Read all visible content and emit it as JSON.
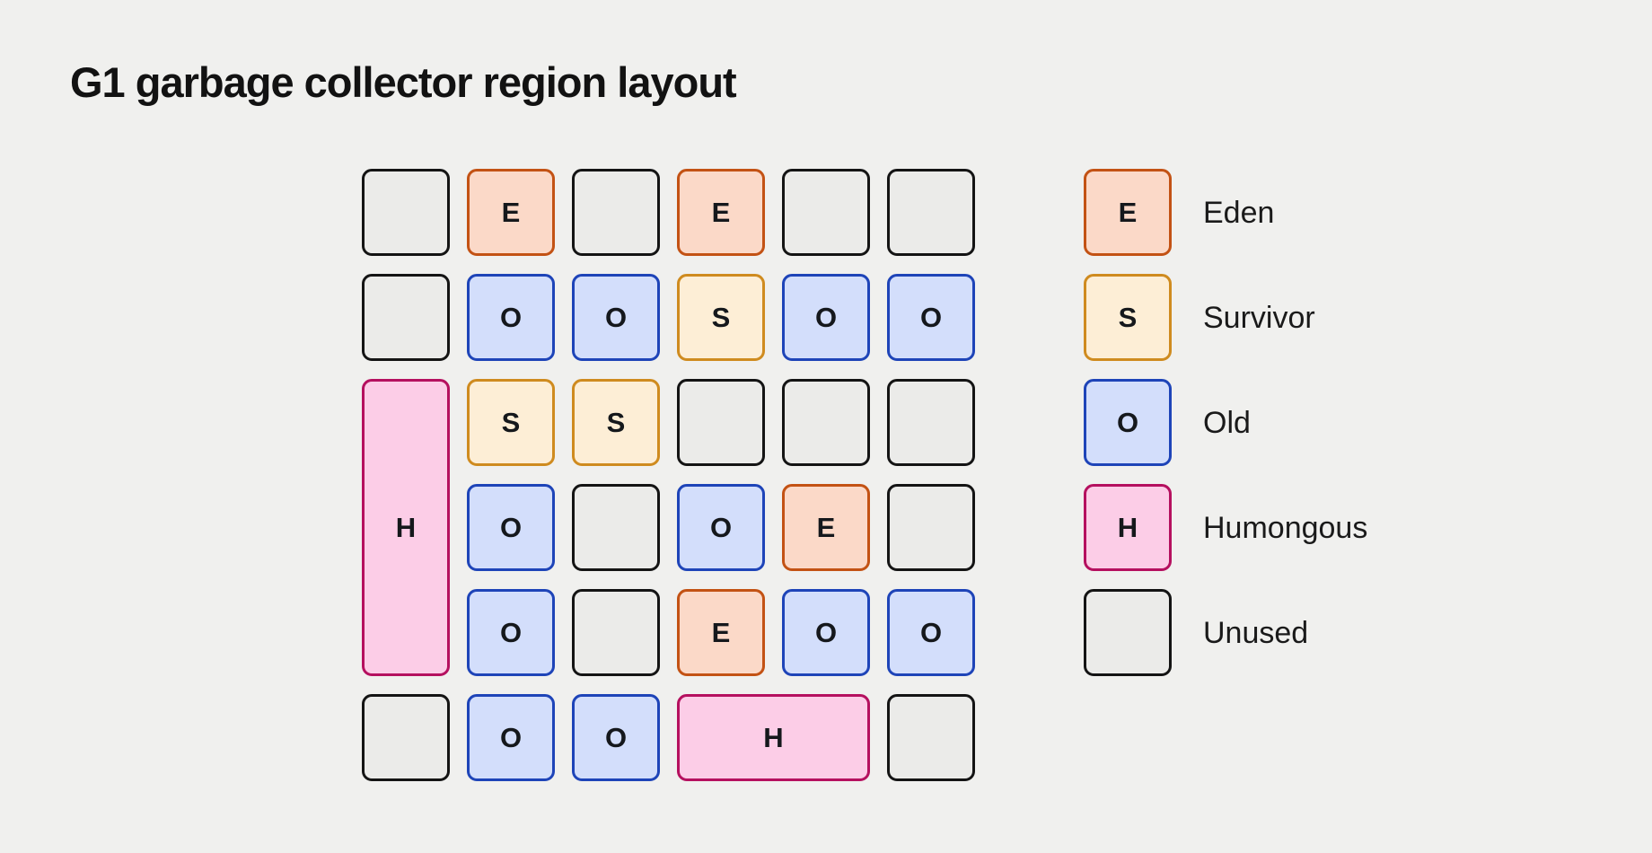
{
  "title": "G1 garbage collector region layout",
  "colors": {
    "background": "#f0f0ee",
    "title_text": "#121212",
    "letter_text": "#15181c",
    "legend_label_text": "#1a1a1a"
  },
  "region_types": {
    "eden": {
      "letter": "E",
      "label": "Eden",
      "fill": "#fbd9c8",
      "border": "#c35214"
    },
    "survivor": {
      "letter": "S",
      "label": "Survivor",
      "fill": "#fdeed6",
      "border": "#cf8b1f"
    },
    "old": {
      "letter": "O",
      "label": "Old",
      "fill": "#d3defb",
      "border": "#1e44b8"
    },
    "humongous": {
      "letter": "H",
      "label": "Humongous",
      "fill": "#fccde7",
      "border": "#b5105f"
    },
    "unused": {
      "letter": "",
      "label": "Unused",
      "fill": "#ebebe9",
      "border": "#141414"
    }
  },
  "grid": {
    "rows": 6,
    "cols": 6,
    "cells": [
      {
        "row": 1,
        "col": 1,
        "type": "unused"
      },
      {
        "row": 1,
        "col": 2,
        "type": "eden"
      },
      {
        "row": 1,
        "col": 3,
        "type": "unused"
      },
      {
        "row": 1,
        "col": 4,
        "type": "eden"
      },
      {
        "row": 1,
        "col": 5,
        "type": "unused"
      },
      {
        "row": 1,
        "col": 6,
        "type": "unused"
      },
      {
        "row": 2,
        "col": 1,
        "type": "unused"
      },
      {
        "row": 2,
        "col": 2,
        "type": "old"
      },
      {
        "row": 2,
        "col": 3,
        "type": "old"
      },
      {
        "row": 2,
        "col": 4,
        "type": "survivor"
      },
      {
        "row": 2,
        "col": 5,
        "type": "old"
      },
      {
        "row": 2,
        "col": 6,
        "type": "old"
      },
      {
        "row": 3,
        "col": 1,
        "rowspan": 3,
        "type": "humongous"
      },
      {
        "row": 3,
        "col": 2,
        "type": "survivor"
      },
      {
        "row": 3,
        "col": 3,
        "type": "survivor"
      },
      {
        "row": 3,
        "col": 4,
        "type": "unused"
      },
      {
        "row": 3,
        "col": 5,
        "type": "unused"
      },
      {
        "row": 3,
        "col": 6,
        "type": "unused"
      },
      {
        "row": 4,
        "col": 2,
        "type": "old"
      },
      {
        "row": 4,
        "col": 3,
        "type": "unused"
      },
      {
        "row": 4,
        "col": 4,
        "type": "old"
      },
      {
        "row": 4,
        "col": 5,
        "type": "eden"
      },
      {
        "row": 4,
        "col": 6,
        "type": "unused"
      },
      {
        "row": 5,
        "col": 2,
        "type": "old"
      },
      {
        "row": 5,
        "col": 3,
        "type": "unused"
      },
      {
        "row": 5,
        "col": 4,
        "type": "eden"
      },
      {
        "row": 5,
        "col": 5,
        "type": "old"
      },
      {
        "row": 5,
        "col": 6,
        "type": "old"
      },
      {
        "row": 6,
        "col": 1,
        "type": "unused"
      },
      {
        "row": 6,
        "col": 2,
        "type": "old"
      },
      {
        "row": 6,
        "col": 3,
        "type": "old"
      },
      {
        "row": 6,
        "col": 4,
        "colspan": 2,
        "type": "humongous"
      },
      {
        "row": 6,
        "col": 6,
        "type": "unused"
      }
    ]
  },
  "legend": {
    "items": [
      {
        "type": "eden"
      },
      {
        "type": "survivor"
      },
      {
        "type": "old"
      },
      {
        "type": "humongous"
      },
      {
        "type": "unused"
      }
    ]
  }
}
